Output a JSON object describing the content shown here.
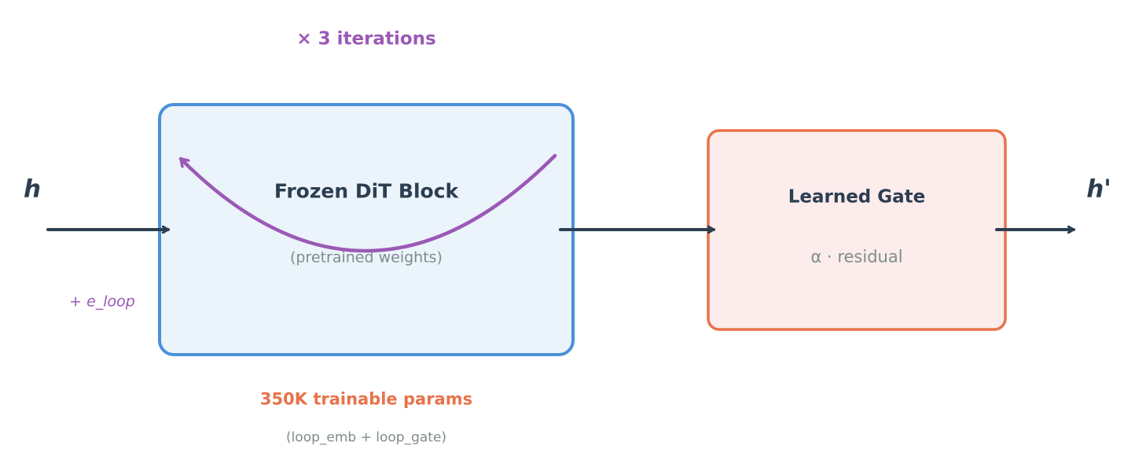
{
  "loop_label": "× 3 iterations",
  "frozen_block": {
    "title": "Frozen DiT Block",
    "subtitle": "(pretrained weights)"
  },
  "gate": {
    "title": "Learned Gate",
    "subtitle": "α · residual"
  },
  "input_label": "h",
  "output_label": "h'",
  "loop_embedding_label": "+ e_loop",
  "params": {
    "title": "350K trainable params",
    "subtitle": "(loop_emb + loop_gate)"
  },
  "colors": {
    "frozen_border": "#4a90d9",
    "frozen_fill": "#ebf3fb",
    "gate_border": "#e8734a",
    "gate_fill": "#fcecec",
    "loop_arrow": "#9b59b6",
    "flow_arrow": "#2c3e50",
    "params_text": "#e8734a",
    "muted_text": "#7f8c8d"
  },
  "icons": {
    "flow": "right-arrow",
    "loop": "curved-return-arrow"
  }
}
